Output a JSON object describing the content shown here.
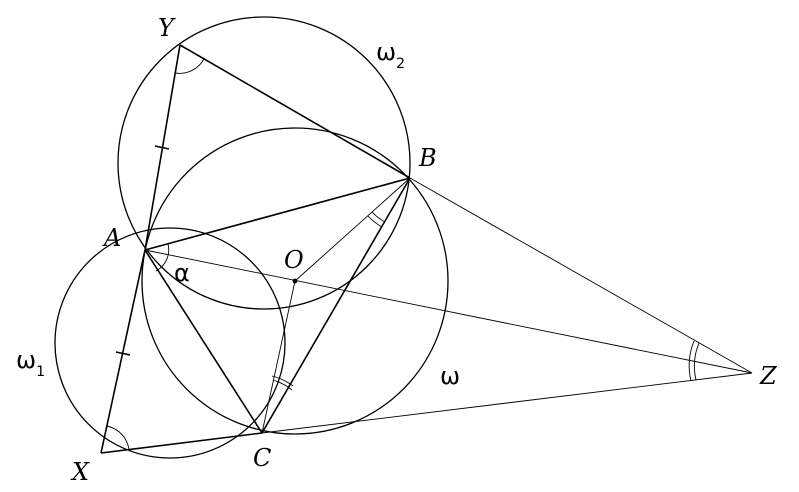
{
  "points": {
    "Y": "Y",
    "B": "B",
    "A": "A",
    "O": "O",
    "Z": "Z",
    "X": "X",
    "C": "C"
  },
  "circles": {
    "omega2": {
      "letter": "ω",
      "sub": "2"
    },
    "omega1": {
      "letter": "ω",
      "sub": "1"
    },
    "omega": {
      "letter": "ω"
    }
  },
  "angle": {
    "alpha": "α"
  },
  "colors": {
    "ink": "#000000",
    "background": "#ffffff"
  }
}
